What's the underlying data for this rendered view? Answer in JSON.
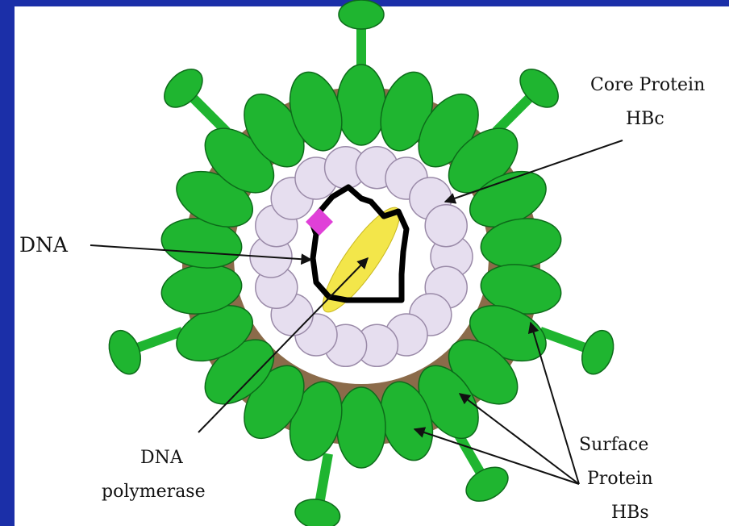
{
  "diagram": {
    "labels": {
      "dna": "DNA",
      "core_protein": [
        "Core Protein",
        "HBc"
      ],
      "dna_polymerase": [
        "DNA",
        "polymerase"
      ],
      "surface_protein": [
        "Surface",
        "Protein",
        "HBs"
      ]
    },
    "colors": {
      "background_border": "#1b2fa8",
      "panel": "#ffffff",
      "surface_protein": "#1fb530",
      "envelope": "#8b6b4a",
      "core_protein": "#e6deef",
      "dna_polymerase": "#f3e64a",
      "dna": "#000000",
      "marker": "#e040d8"
    }
  }
}
